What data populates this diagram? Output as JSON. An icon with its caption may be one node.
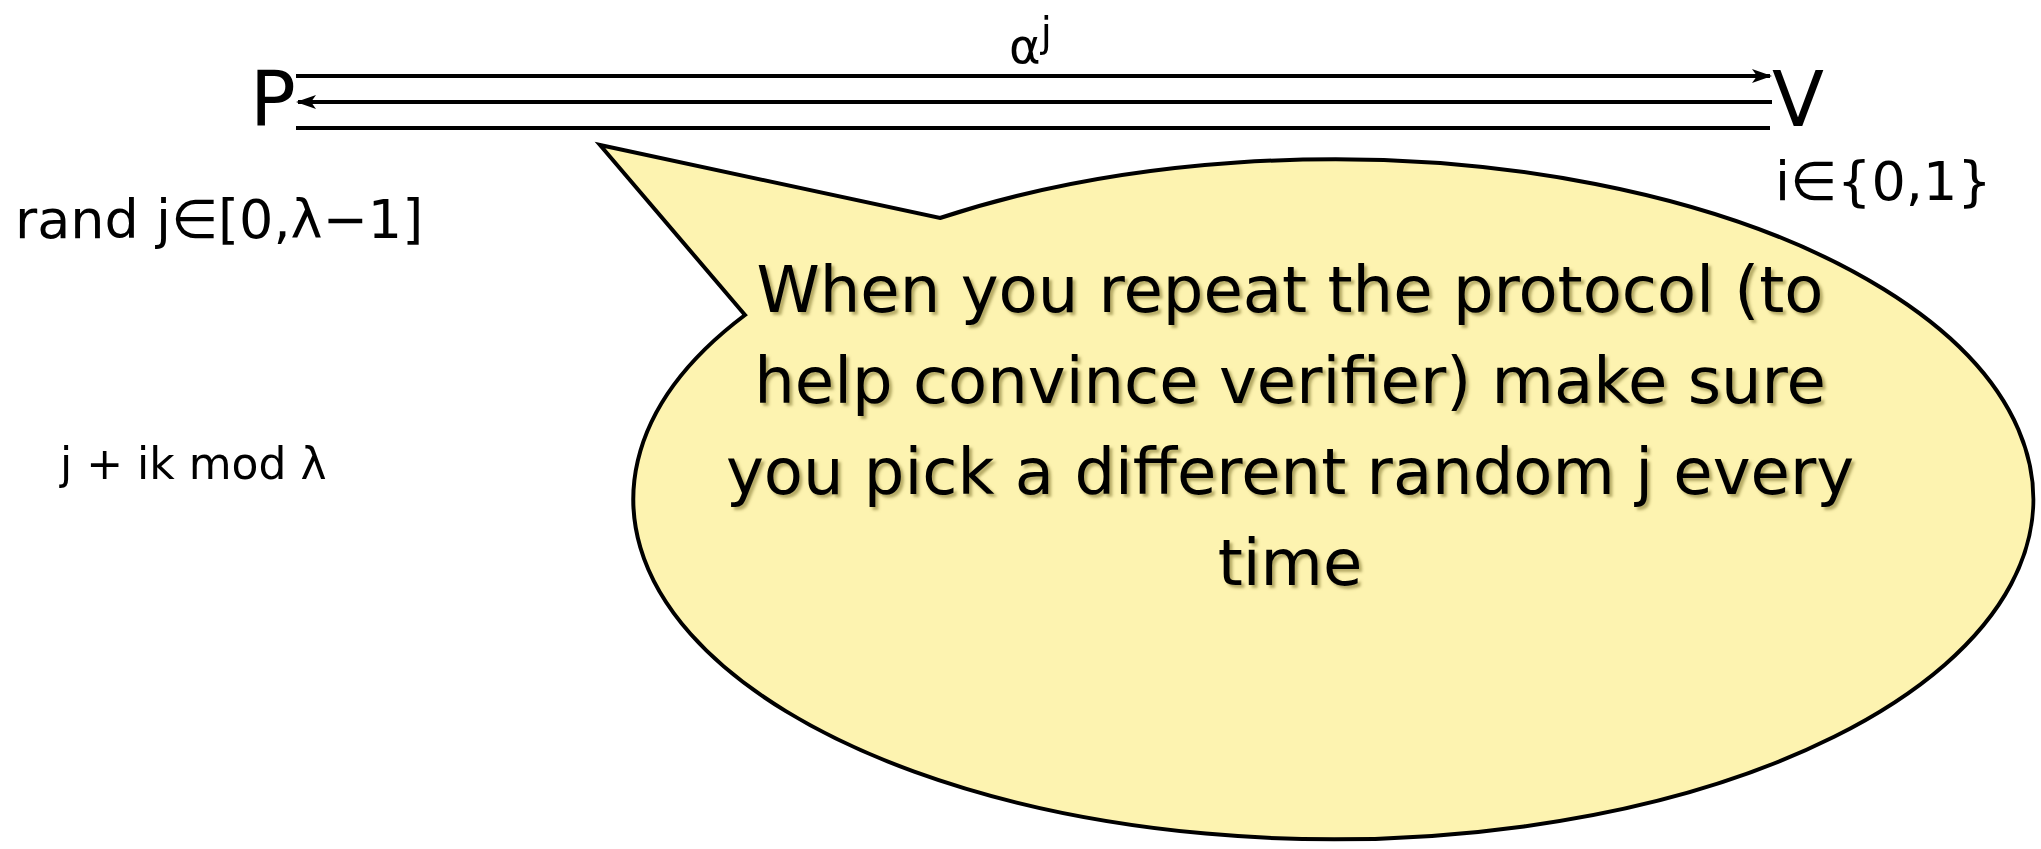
{
  "diagram": {
    "nodes": [
      {
        "text": [
          "P"
        ]
      },
      {
        "text": [
          "V"
        ]
      },
      {
        "text": [
          "When you repeat the protocol (to help convince verifier) make sure you pick a different random j every time"
        ]
      }
    ],
    "edges": [
      {
        "from": 0,
        "to": 1,
        "arrow": "to",
        "label": "α$^{j}$"
      },
      {
        "from": 1,
        "to": 0,
        "arrow": "to"
      },
      {
        "from": 0,
        "to": 1,
        "arrow": "none"
      }
    ],
    "labels": [
      "rand j∈[0,λ−1]",
      "i∈{0,1}",
      "j + ik mod λ"
    ]
  }
}
